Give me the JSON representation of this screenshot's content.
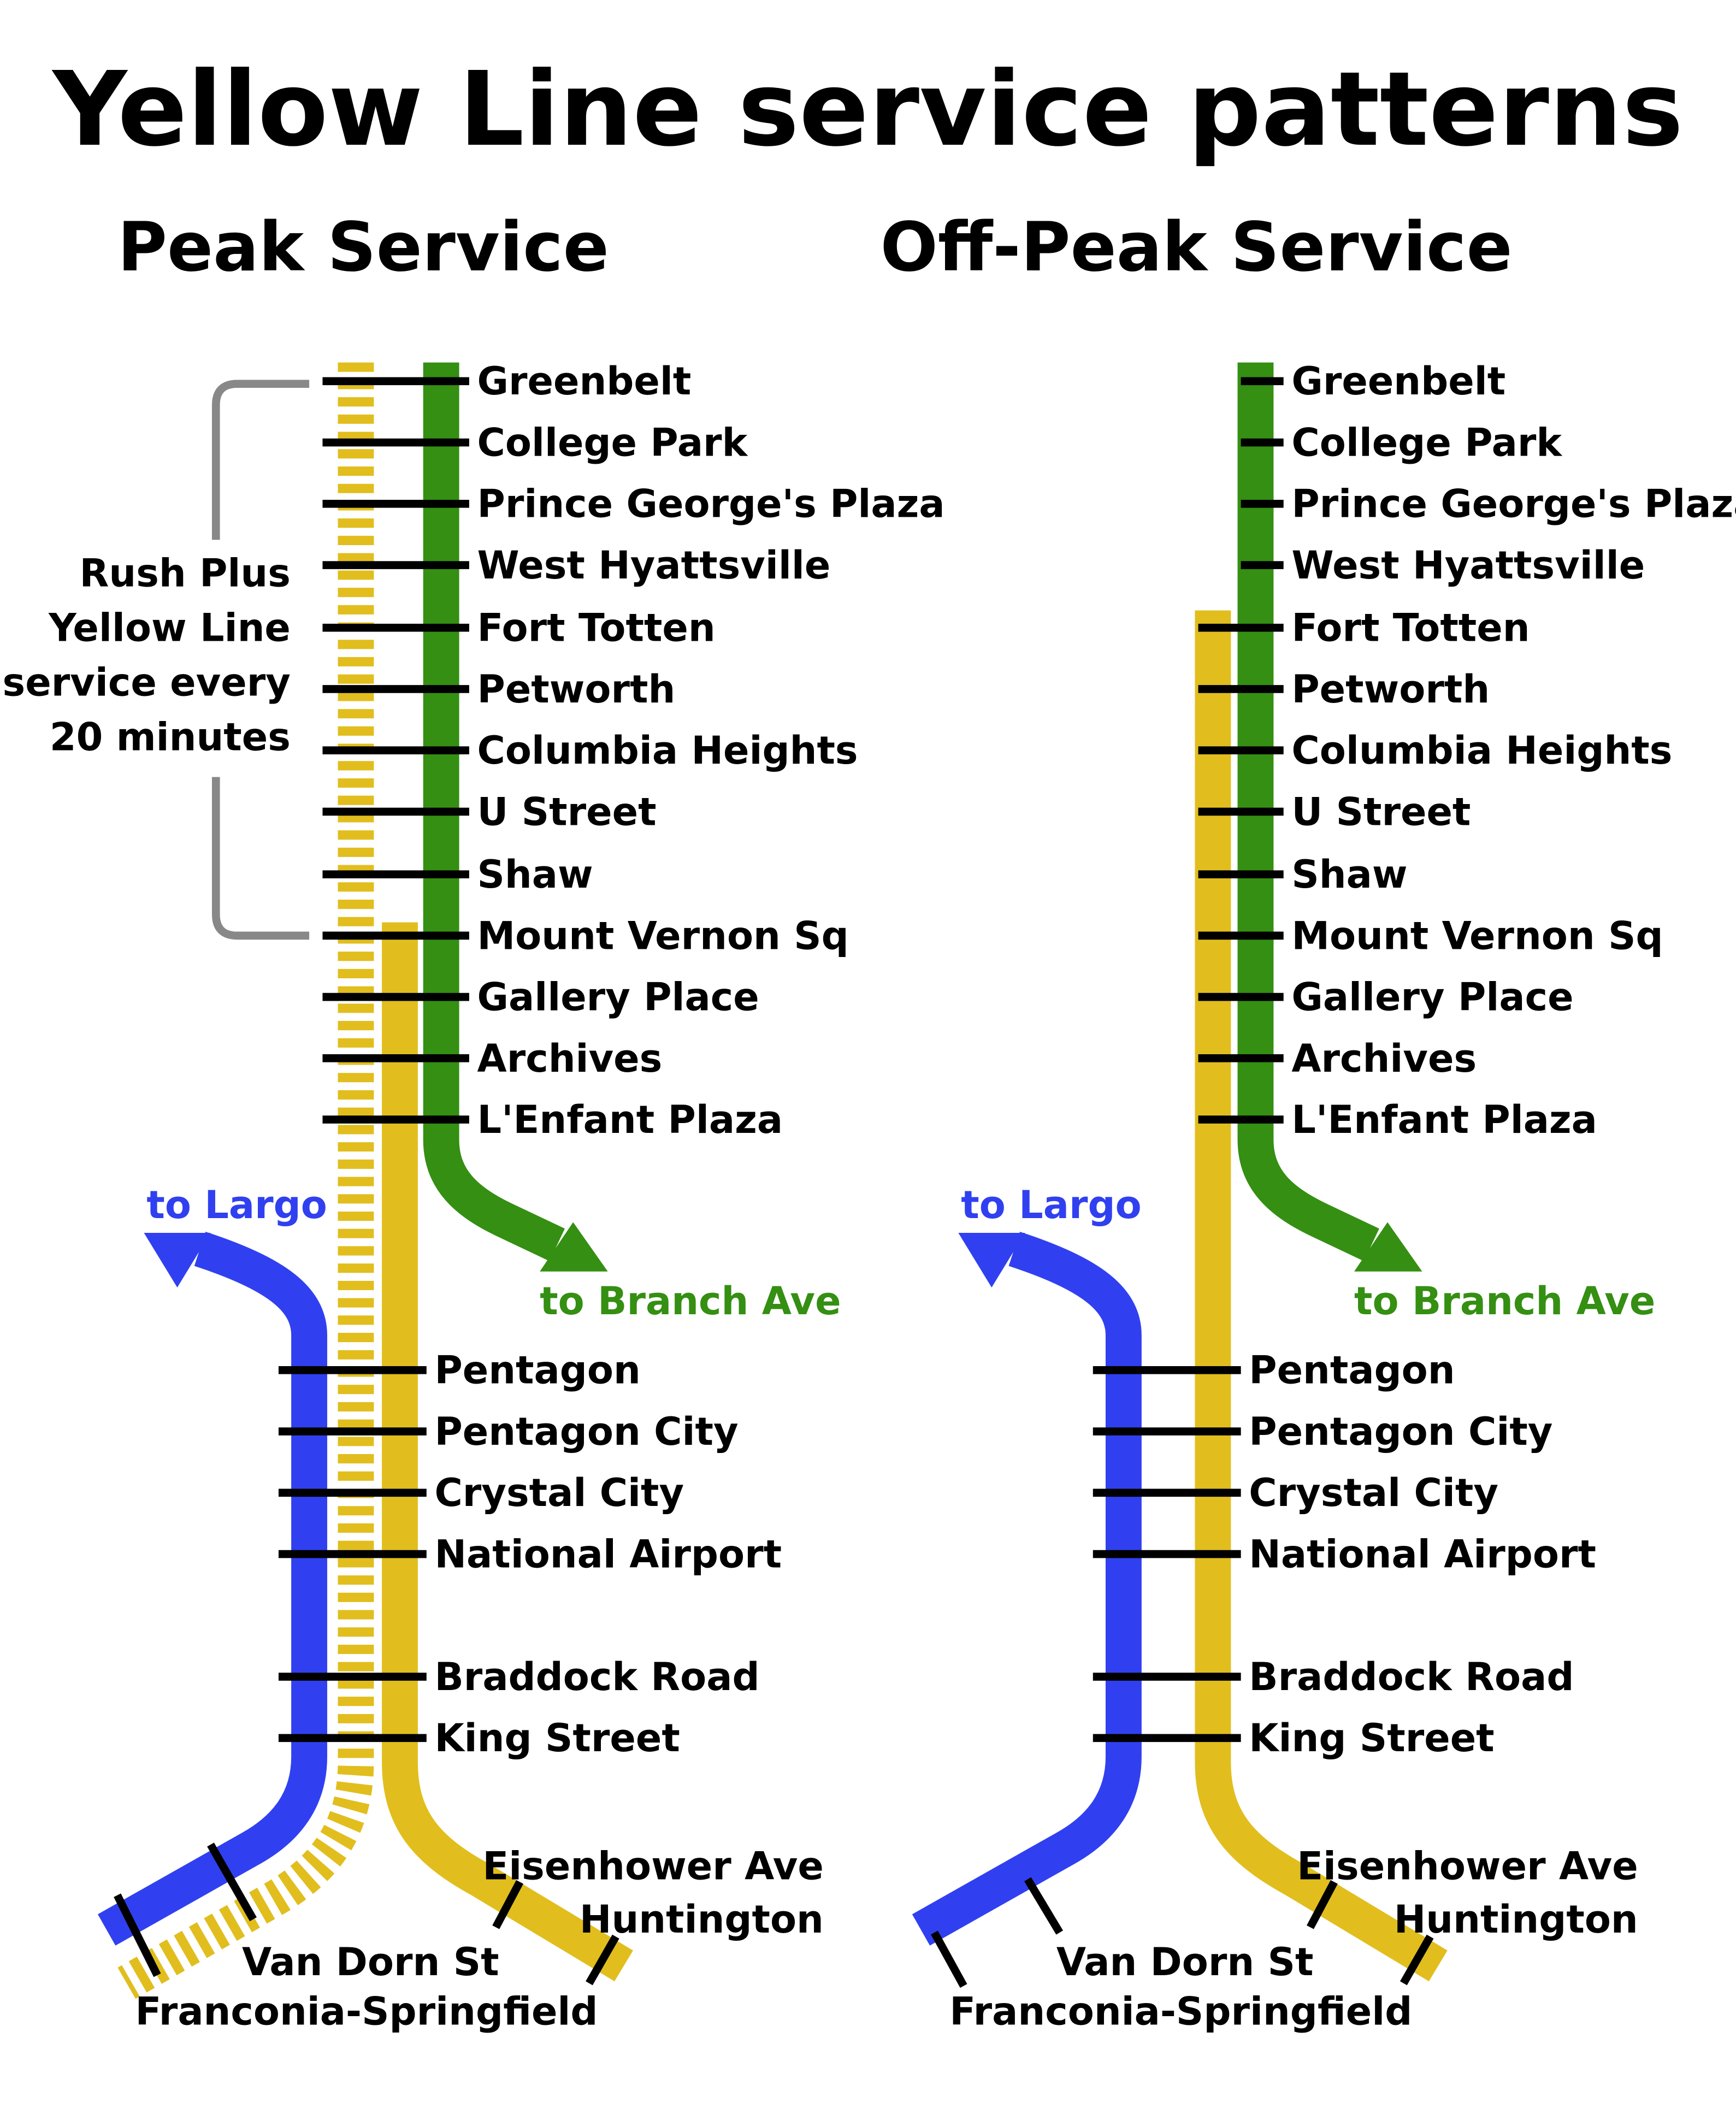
{
  "title": "Yellow Line service patterns",
  "colors": {
    "yellow": "#E1BE1E",
    "green": "#348F12",
    "blue": "#3040F0",
    "tick": "#000000",
    "bracket": "#888888"
  },
  "panels": [
    {
      "heading": "Peak Service",
      "note": [
        "Rush Plus",
        "Yellow Line",
        "service every",
        "20 minutes"
      ]
    },
    {
      "heading": "Off-Peak Service",
      "note": []
    }
  ],
  "upper_stations": [
    "Greenbelt",
    "College Park",
    "Prince George's Plaza",
    "West Hyattsville",
    "Fort Totten",
    "Petworth",
    "Columbia Heights",
    "U Street",
    "Shaw",
    "Mount Vernon Sq",
    "Gallery Place",
    "Archives",
    "L'Enfant Plaza"
  ],
  "lower_stations": [
    "Pentagon",
    "Pentagon City",
    "Crystal City",
    "National Airport",
    "Braddock Road",
    "King Street"
  ],
  "branch_green": "to Branch Ave",
  "branch_blue": "to Largo",
  "terminals_blue": [
    "Van Dorn St",
    "Franconia-Springfield"
  ],
  "terminals_yellow": [
    "Eisenhower Ave",
    "Huntington"
  ]
}
